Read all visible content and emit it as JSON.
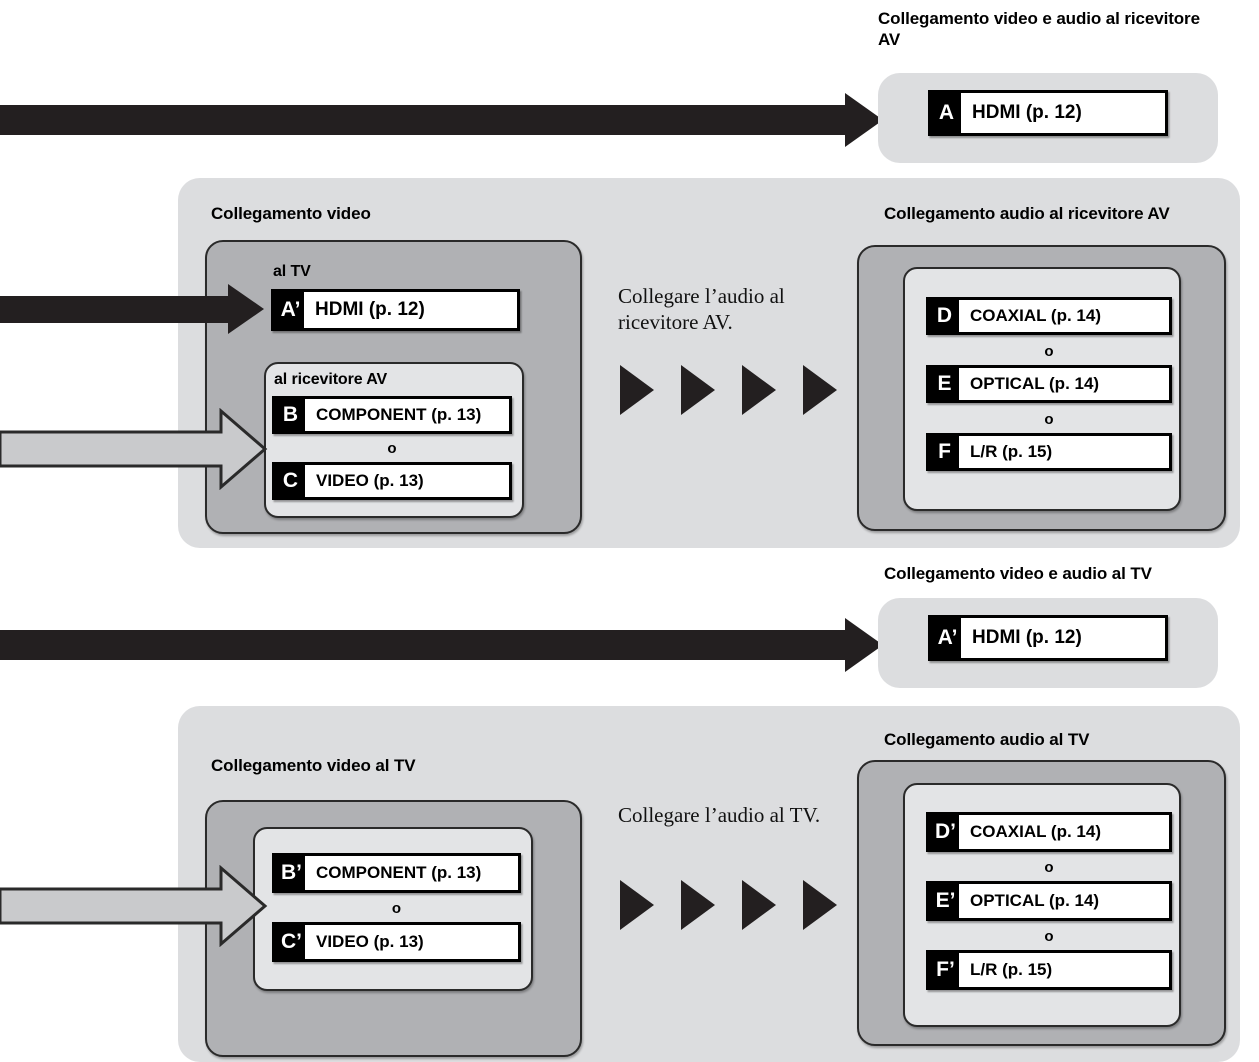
{
  "diagram": {
    "title_block_top": {
      "heading": "Collegamento video e audio al ricevitore AV",
      "row": {
        "tag": "A",
        "label": "HDMI (p. 12)"
      }
    },
    "section_av": {
      "left_heading": "Collegamento video",
      "right_heading": "Collegamento audio al ricevitore AV",
      "sub_heading_tv": "al TV",
      "sub_heading_receiver": "al ricevitore AV",
      "middle_text": "Collegare l’audio al ricevitore AV.",
      "video_rows": [
        {
          "tag": "A’",
          "label": "HDMI (p. 12)"
        },
        {
          "tag": "B",
          "label": "COMPONENT (p. 13)"
        },
        {
          "tag": "C",
          "label": "VIDEO (p. 13)"
        }
      ],
      "audio_rows": [
        {
          "tag": "D",
          "label": "COAXIAL (p. 14)"
        },
        {
          "tag": "E",
          "label": "OPTICAL (p. 14)"
        },
        {
          "tag": "F",
          "label": "L/R (p. 15)"
        }
      ],
      "separator": "o"
    },
    "title_block_tv": {
      "heading": "Collegamento video e audio al TV",
      "row": {
        "tag": "A’",
        "label": "HDMI (p. 12)"
      }
    },
    "section_tv": {
      "left_heading": "Collegamento video al TV",
      "right_heading": "Collegamento audio al TV",
      "middle_text": "Collegare l’audio al TV.",
      "video_rows": [
        {
          "tag": "B’",
          "label": "COMPONENT (p. 13)"
        },
        {
          "tag": "C’",
          "label": "VIDEO (p. 13)"
        }
      ],
      "audio_rows": [
        {
          "tag": "D’",
          "label": "COAXIAL (p. 14)"
        },
        {
          "tag": "E’",
          "label": "OPTICAL (p. 14)"
        },
        {
          "tag": "F’",
          "label": "L/R (p. 15)"
        }
      ],
      "separator": "o"
    },
    "colors": {
      "panel_bg": "#dcdddf",
      "mid_box": "#b0b1b4",
      "inner_box": "#e3e4e6",
      "arrow_black": "#231f20",
      "arrow_gray_fill": "#c9cacc",
      "outline": "#2a2a2a"
    }
  }
}
